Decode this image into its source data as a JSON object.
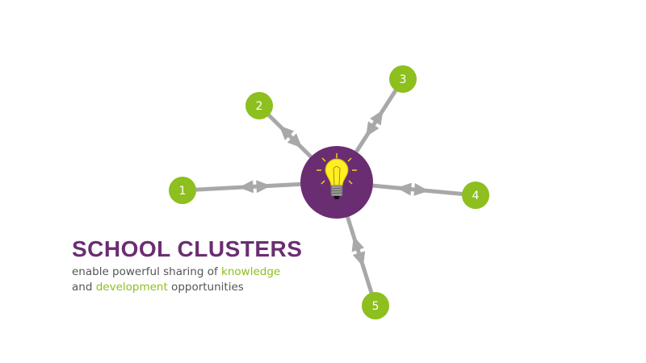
{
  "title": "SCHOOL CLUSTERS",
  "subtitle": {
    "line1_prefix": "enable powerful sharing of ",
    "line1_highlight": "knowledge",
    "line2_prefix": "and ",
    "line2_highlight": "development",
    "line2_suffix": " opportunities"
  },
  "hub": {
    "icon": "lightbulb-icon"
  },
  "nodes": [
    {
      "label": "1"
    },
    {
      "label": "2"
    },
    {
      "label": "3"
    },
    {
      "label": "4"
    },
    {
      "label": "5"
    }
  ],
  "colors": {
    "purple": "#6b2d72",
    "green": "#8dbf1f",
    "line": "#a8a8a8",
    "bulb": "#ffee22"
  }
}
